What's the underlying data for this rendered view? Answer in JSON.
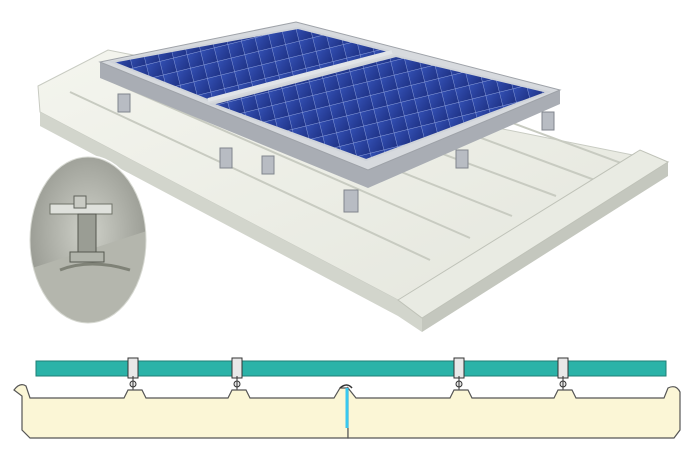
{
  "image": {
    "subject": "solar-panels-on-sandwich-roof-panel",
    "colors": {
      "panel_cell": "#2a3f9a",
      "panel_frame": "#c9ccd1",
      "roof_panel": "#eef0e6",
      "roof_shadow": "#d5d8cf",
      "rail_teal": "#2bb3a8",
      "foam_core": "#fbf6d6",
      "seam_cyan": "#38c8f0"
    },
    "icons": [
      "clamp-detail-inset",
      "profile-cross-section"
    ]
  }
}
